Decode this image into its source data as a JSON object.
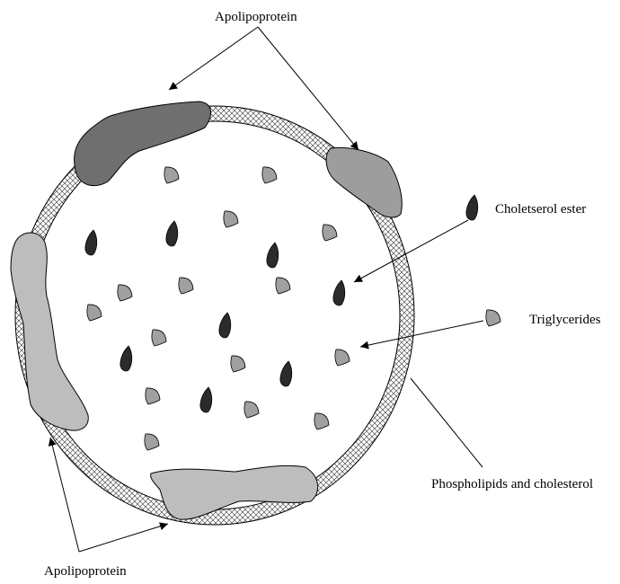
{
  "labels": {
    "apolipoprotein_top": "Apolipoprotein",
    "apolipoprotein_bottom": "Apolipoprotein",
    "cholesterol_ester": "Choletserol ester",
    "triglycerides": "Triglycerides",
    "phospholipids": "Phospholipids and cholesterol"
  },
  "colors": {
    "apoprotein_dark": "#6f6f6f",
    "apoprotein_medium": "#9d9d9d",
    "apoprotein_light": "#bdbdbd",
    "cholesterol_ester": "#2b2b2b",
    "triglyceride": "#a0a0a0",
    "membrane_hatch": "#333333",
    "outline": "#000000",
    "background": "#ffffff"
  }
}
